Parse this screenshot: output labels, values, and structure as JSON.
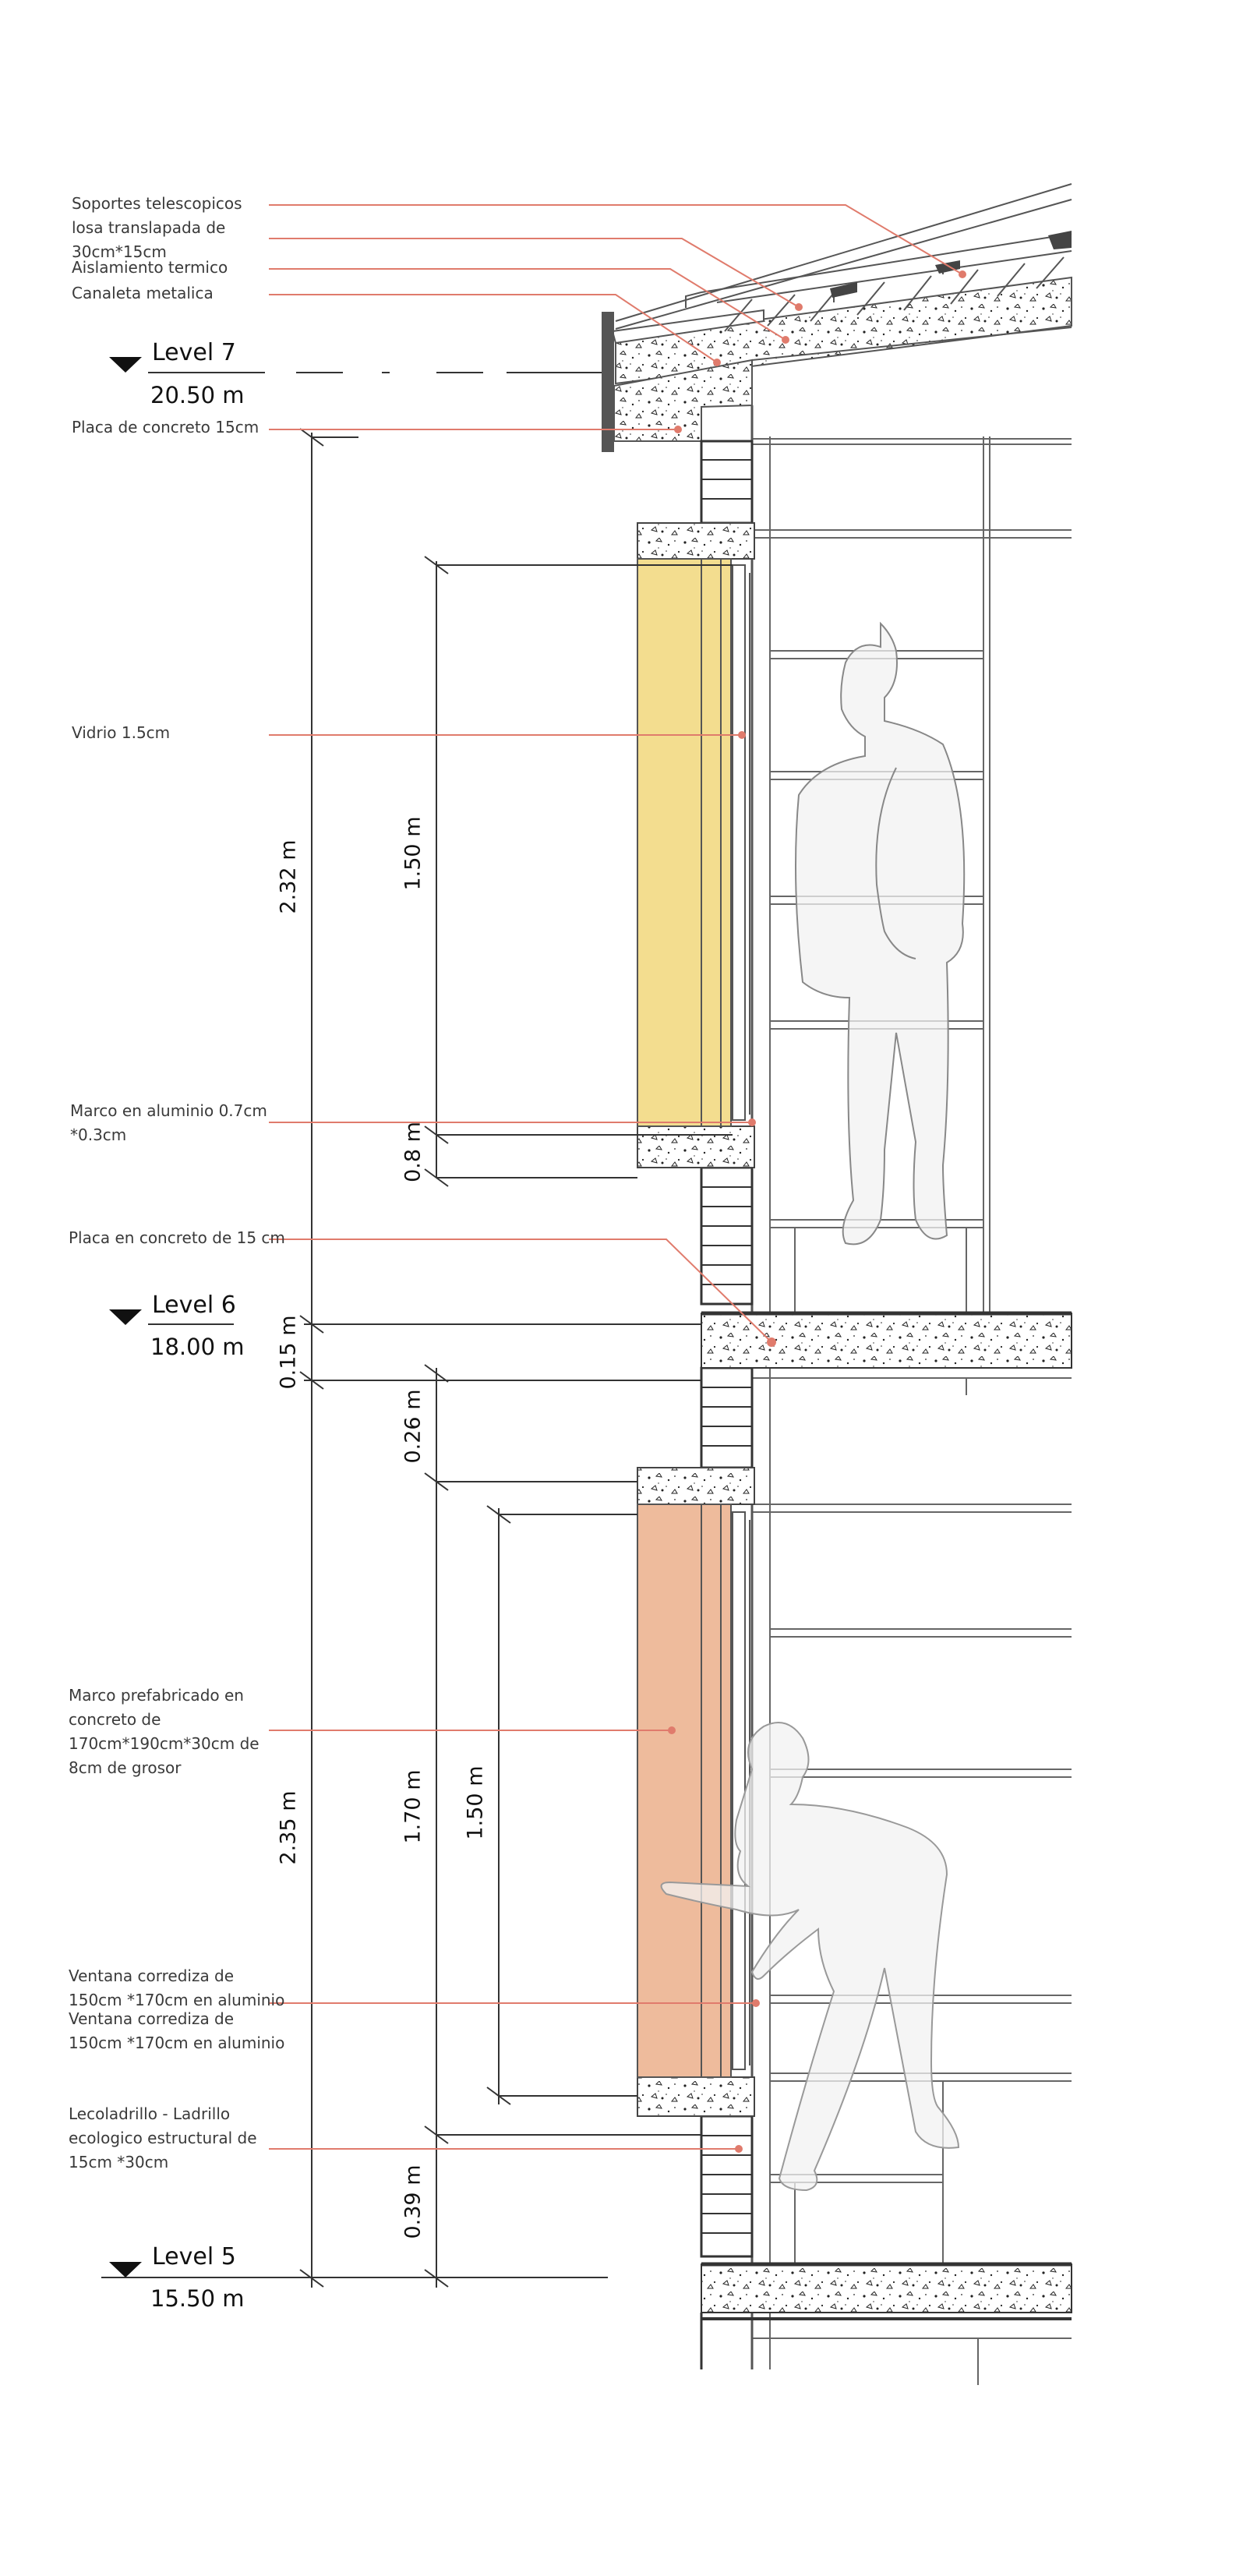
{
  "annotations": {
    "soportes": "Soportes telescopicos\nlosa translapada de\n30cm*15cm",
    "aislamiento": "Aislamiento termico",
    "canaleta": "Canaleta metalica",
    "placa_concreto": "Placa de concreto 15cm",
    "vidrio": "Vidrio 1.5cm",
    "marco_aluminio": "Marco en aluminio 0.7cm\n*0.3cm",
    "placa_en_concreto": "Placa en concreto de 15 cm",
    "marco_prefabricado": "Marco prefabricado en\nconcreto de\n170cm*190cm*30cm de\n8cm de grosor",
    "ventana_1": "Ventana corrediza de\n150cm *170cm  en aluminio",
    "ventana_2": "Ventana corrediza de\n150cm *170cm  en aluminio",
    "lecoladrillo": "Lecoladrillo - Ladrillo\necologico estructural de\n15cm *30cm"
  },
  "levels": [
    {
      "name": "Level 7",
      "elevation": "20.50 m"
    },
    {
      "name": "Level 6",
      "elevation": "18.00 m"
    },
    {
      "name": "Level 5",
      "elevation": "15.50 m"
    }
  ],
  "dimensions": {
    "d_232": "2.32 m",
    "d_150_upper": "1.50 m",
    "d_08": "0.8 m",
    "d_015": "0.15 m",
    "d_026": "0.26 m",
    "d_235": "2.35 m",
    "d_170": "1.70 m",
    "d_150_lower": "1.50 m",
    "d_039": "0.39 m"
  },
  "colors": {
    "glass_panel": "#f3dd8f",
    "concrete_frame_panel": "#eebb9c",
    "leader_line": "#e07b6c",
    "structure_line": "#555555"
  }
}
